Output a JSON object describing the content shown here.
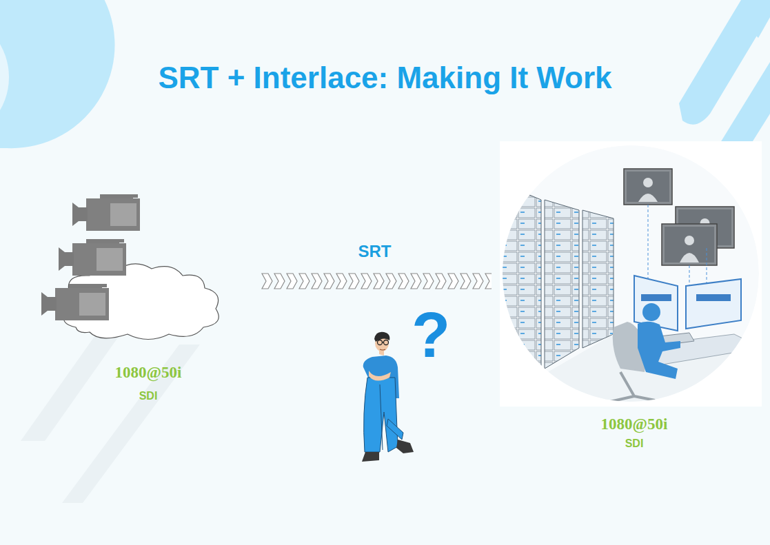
{
  "diagram": {
    "title": "SRT + Interlace: Making It Work",
    "nodes": [
      {
        "text": [
          "1080@50i",
          "SDI"
        ]
      },
      {
        "text": [
          "1080@50i",
          "SDI"
        ]
      }
    ],
    "edges": [
      {
        "from": 0,
        "to": 1,
        "arrow": "to",
        "label": "SRT"
      }
    ],
    "labels": [
      "?"
    ]
  }
}
